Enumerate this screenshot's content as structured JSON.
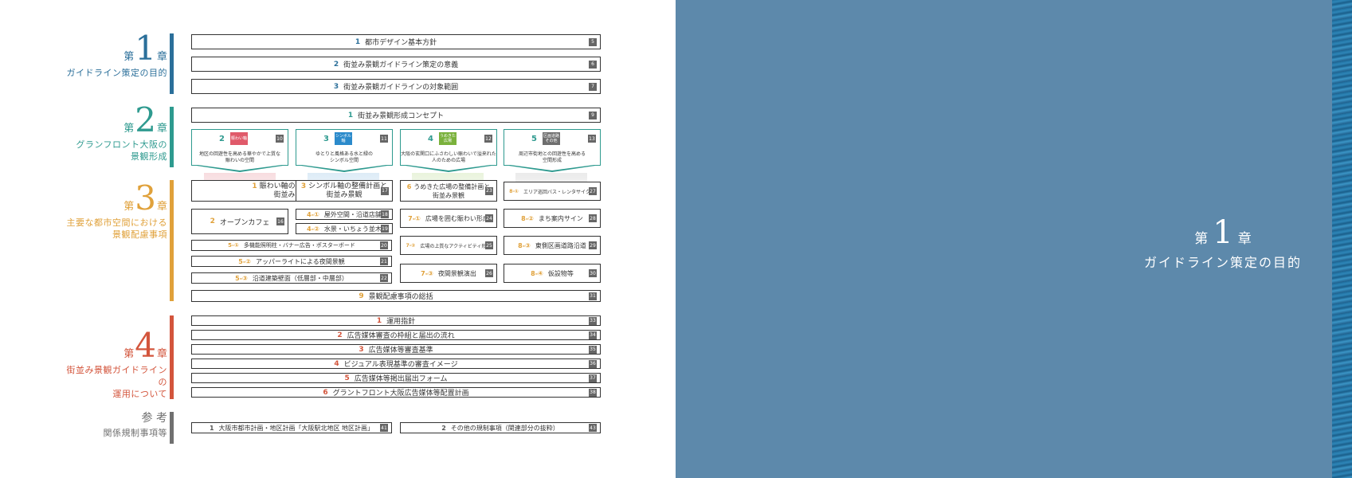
{
  "chapters": {
    "c1": {
      "pre": "第",
      "num": "1",
      "post": "章",
      "title": "ガイドライン策定の目的"
    },
    "c2": {
      "pre": "第",
      "num": "2",
      "post": "章",
      "title_l1": "グランフロント大阪の",
      "title_l2": "景観形成"
    },
    "c3": {
      "pre": "第",
      "num": "3",
      "post": "章",
      "title_l1": "主要な都市空間における",
      "title_l2": "景観配慮事項"
    },
    "c4": {
      "pre": "第",
      "num": "4",
      "post": "章",
      "title_l1": "街並み景観ガイドラインの",
      "title_l2": "運用について"
    },
    "ref": {
      "head": "参 考",
      "title": "関係規制事項等"
    }
  },
  "ch1_items": [
    {
      "num": "1",
      "label": "都市デザイン基本方針",
      "page": "5"
    },
    {
      "num": "2",
      "label": "街並み景観ガイドライン策定の意義",
      "page": "6"
    },
    {
      "num": "3",
      "label": "街並み景観ガイドラインの対象範囲",
      "page": "7"
    }
  ],
  "ch2_concept": {
    "num": "1",
    "label": "街並み景観形成コンセプト",
    "page": "9"
  },
  "ch2_subs": [
    {
      "num": "2",
      "tag": "賑わい軸",
      "page": "10",
      "line1": "地区の回遊性を高める華やかで上質な",
      "line2": "賑わいの空間",
      "color": "#e05a6a"
    },
    {
      "num": "3",
      "tag": "シンボル軸",
      "page": "11",
      "line1": "ゆとりと風格ある水と緑の",
      "line2": "シンボル空間",
      "color": "#2b8acb"
    },
    {
      "num": "4",
      "tag": "うめきた 広場",
      "page": "12",
      "line1": "大阪の玄関口にふさわしい賑わいで溢来れた",
      "line2": "人のための広場",
      "color": "#7ab13c"
    },
    {
      "num": "5",
      "tag": "区画道路 その他",
      "page": "13",
      "line1": "周辺市街地との回遊性を高める",
      "line2": "空間形成",
      "color": "#6e6e6e"
    }
  ],
  "ch3_items": {
    "a1": {
      "num": "1",
      "l1": "賑わい軸の整備計画と",
      "l2": "街並み景観",
      "page": "15"
    },
    "a2": {
      "num": "2",
      "label": "オープンカフェ",
      "page": "16"
    },
    "a3": {
      "num": "5-①",
      "label": "多機能照明柱・バナー広告・ポスターボード",
      "page": "20"
    },
    "a4": {
      "num": "5-②",
      "label": "アッパーライトによる夜間景観",
      "page": "21"
    },
    "a5": {
      "num": "5-③",
      "label": "沿道建築壁面（低層部・中層部）",
      "page": "22"
    },
    "b1": {
      "num": "3",
      "l1": "シンボル軸の整備計画と",
      "l2": "街並み景観",
      "page": "17"
    },
    "b2": {
      "num": "4-①",
      "label": "屋外空間・沿道店舗",
      "page": "18"
    },
    "b3": {
      "num": "4-②",
      "label": "水景・いちょう並木",
      "page": "19"
    },
    "c1": {
      "num": "6",
      "l1": "うめきた広場の整備計画と",
      "l2": "街並み景観",
      "page": "23"
    },
    "c2": {
      "num": "7-①",
      "label": "広場を囲む賑わい形成",
      "page": "24"
    },
    "c3": {
      "num": "7-②",
      "label": "広場の上質なアクティビティ形成",
      "page": "25"
    },
    "c4": {
      "num": "7-③",
      "label": "夜間景観演出",
      "page": "26"
    },
    "d1": {
      "num": "8-①",
      "label": "エリア巡回バス・レンタサイクル",
      "page": "27"
    },
    "d2": {
      "num": "8-②",
      "label": "まち案内サイン",
      "page": "28"
    },
    "d3": {
      "num": "8-③",
      "label": "東側区画道路沿道",
      "page": "29"
    },
    "d4": {
      "num": "8-④",
      "label": "仮設物等",
      "page": "30"
    },
    "summary": {
      "num": "9",
      "label": "景観配慮事項の総括",
      "page": "31"
    }
  },
  "ch4_items": [
    {
      "num": "1",
      "label": "運用指針",
      "page": "33"
    },
    {
      "num": "2",
      "label": "広告媒体審査の枠組と届出の流れ",
      "page": "34"
    },
    {
      "num": "3",
      "label": "広告媒体等審査基準",
      "page": "35"
    },
    {
      "num": "4",
      "label": "ビジュアル表現基準の審査イメージ",
      "page": "36"
    },
    {
      "num": "5",
      "label": "広告媒体等掲出届出フォーム",
      "page": "37"
    },
    {
      "num": "6",
      "label": "グラントフロント大阪広告媒体等配置計画",
      "page": "38"
    }
  ],
  "ref_items": [
    {
      "num": "1",
      "label": "大阪市都市計画・地区計画「大阪駅北地区 地区計画」",
      "page": "41"
    },
    {
      "num": "2",
      "label": "その他の規制事項（関連部分の抜粋）",
      "page": "43"
    }
  ],
  "right_title": {
    "pre": "第",
    "num": "1",
    "post": "章",
    "title": "ガイドライン策定の目的"
  },
  "colors": {
    "ch1": "#2b6f9a",
    "ch2": "#2e9a8f",
    "ch3": "#e0a13a",
    "ch4": "#d3553c",
    "ref": "#707070",
    "right_bg": "#5d89ab"
  }
}
